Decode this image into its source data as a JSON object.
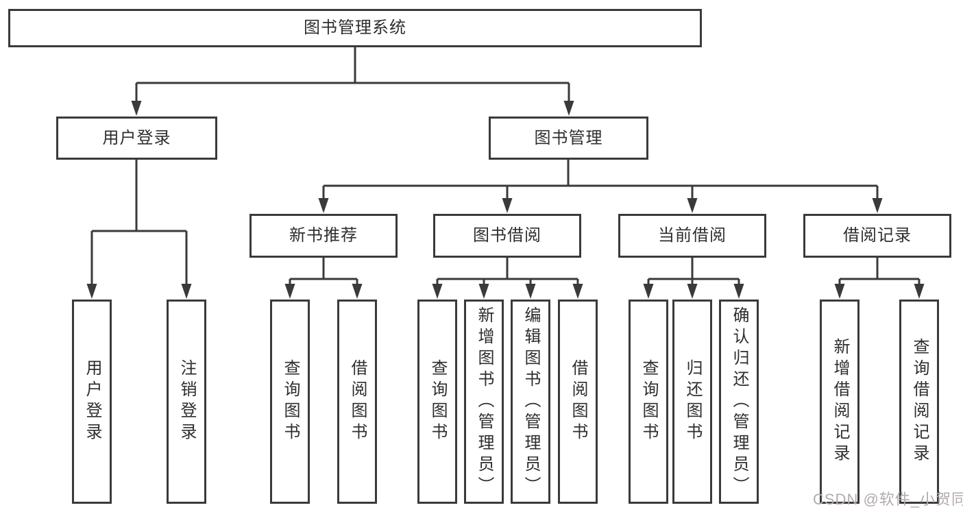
{
  "diagram": {
    "root": "图书管理系统",
    "level2": [
      "用户登录",
      "图书管理"
    ],
    "level3": [
      "新书推荐",
      "图书借阅",
      "当前借阅",
      "借阅记录"
    ],
    "leaves_user_login": [
      "用户登录",
      "注销登录"
    ],
    "leaves_new_book": [
      "查询图书",
      "借阅图书"
    ],
    "leaves_book_borrow": [
      "查询图书",
      "新增图书（管理员）",
      "编辑图书（管理员）",
      "借阅图书"
    ],
    "leaves_current_borrow": [
      "查询图书",
      "归还图书",
      "确认归还（管理员）"
    ],
    "leaves_borrow_record": [
      "新增借阅记录",
      "查询借阅记录"
    ]
  },
  "watermark": "CSDN @软件_小贺同学",
  "colors": {
    "line": "#3a3a3a",
    "text": "#2e2e2e",
    "watermark": "#b3abab",
    "background": "#ffffff"
  }
}
